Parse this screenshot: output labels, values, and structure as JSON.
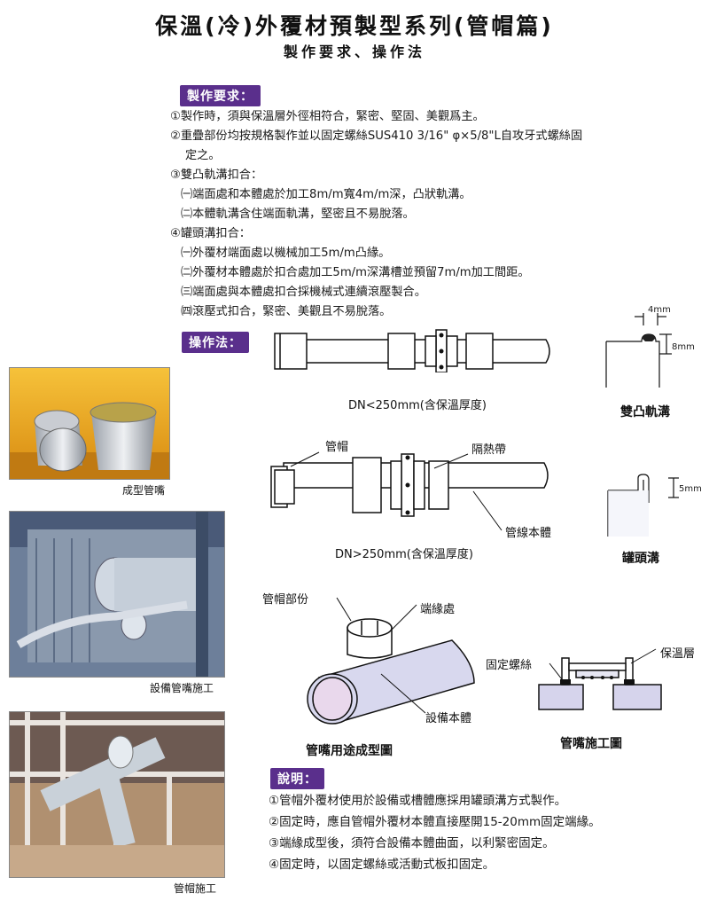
{
  "header": {
    "title": "保溫(冷)外覆材預製型系列(管帽篇)",
    "subtitle": "製作要求、操作法"
  },
  "requirements": {
    "tag": "製作要求：",
    "lines": [
      "①製作時，須與保溫層外徑相符合，緊密、堅固、美觀爲主。",
      "②重疊部份均按規格製作並以固定螺絲SUS410 3/16\" φ×5/8\"L自攻牙式螺絲固",
      "定之。",
      "③雙凸軌溝扣合：",
      "㈠端面處和本體處於加工8m/m寬4m/m深，凸狀軌溝。",
      "㈡本體軌溝含住端面軌溝，堅密且不易脫落。",
      "④罐頭溝扣合：",
      "㈠外覆材端面處以機械加工5m/m凸緣。",
      "㈡外覆材本體處於扣合處加工5m/m深溝槽並預留7m/m加工間距。",
      "㈢端面處與本體處扣合採機械式連續滾壓製合。",
      "㈣滾壓式扣合，緊密、美觀且不易脫落。"
    ]
  },
  "operation": {
    "tag": "操作法："
  },
  "photos": [
    {
      "caption": "成型管嘴"
    },
    {
      "caption": "設備管嘴施工"
    },
    {
      "caption": "管帽施工"
    }
  ],
  "diagrams": {
    "pipe1_caption": "DN<250mm(含保溫厚度)",
    "pipe2_caption": "DN>250mm(含保溫厚度)",
    "cap_label": "管帽",
    "insulation_band_label": "隔熱帶",
    "pipe_body_label": "管線本體",
    "groove1": {
      "dim_w": "4mm",
      "dim_h": "8mm",
      "caption": "雙凸軌溝"
    },
    "groove2": {
      "dim_h": "5mm",
      "caption": "罐頭溝"
    },
    "nozzle": {
      "cap_part_label": "管帽部份",
      "edge_label": "端緣處",
      "equipment_body_label": "設備本體",
      "caption": "管嘴用途成型圖"
    },
    "install": {
      "screw_label": "固定螺絲",
      "insulation_label": "保溫層",
      "caption": "管嘴施工圖"
    }
  },
  "notes": {
    "tag": "說明：",
    "lines": [
      "①管帽外覆材使用於設備或槽體應採用罐頭溝方式製作。",
      "②固定時，應自管帽外覆材本體直接壓開15-20mm固定端緣。",
      "③端緣成型後，須符合設備本體曲面，以利緊密固定。",
      "④固定時，以固定螺絲或活動式板扣固定。"
    ]
  },
  "colors": {
    "tag_bg": "#5a2f8c",
    "diagram_fill": "#dcdcf0",
    "photo1_bg": "#f2a81a"
  }
}
